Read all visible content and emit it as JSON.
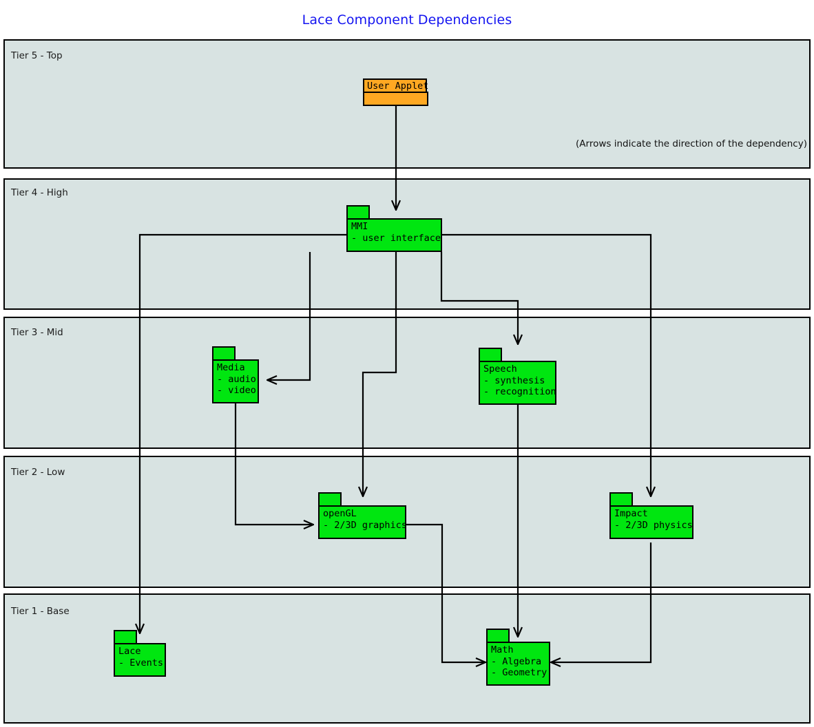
{
  "diagram": {
    "title": "Lace Component Dependencies",
    "note": "(Arrows indicate the direction of the dependency)",
    "title_color": "#1414f0",
    "tier_fill": "#d8e3e2",
    "package_color": "#00e610",
    "applet_color": "#ffa822"
  },
  "tiers": [
    {
      "label": "Tier 5 - Top"
    },
    {
      "label": "Tier 4 - High"
    },
    {
      "label": "Tier 3 - Mid"
    },
    {
      "label": "Tier 2 - Low"
    },
    {
      "label": "Tier 1 - Base"
    }
  ],
  "nodes": {
    "user_applet": {
      "name": "User Applet",
      "lines": ""
    },
    "mmi": {
      "name": "MMI",
      "lines": "MMI\n- user interface"
    },
    "media": {
      "name": "Media",
      "lines": "Media\n- audio\n- video"
    },
    "speech": {
      "name": "Speech",
      "lines": "Speech\n- synthesis\n- recognition"
    },
    "opengl": {
      "name": "openGL",
      "lines": "openGL\n- 2/3D graphics"
    },
    "impact": {
      "name": "Impact",
      "lines": "Impact\n- 2/3D physics"
    },
    "lace": {
      "name": "Lace",
      "lines": "Lace\n- Events"
    },
    "math": {
      "name": "Math",
      "lines": "Math\n- Algebra\n- Geometry"
    }
  },
  "edges": [
    {
      "from": "User Applet",
      "to": "MMI"
    },
    {
      "from": "MMI",
      "to": "Media"
    },
    {
      "from": "MMI",
      "to": "Speech"
    },
    {
      "from": "MMI",
      "to": "openGL"
    },
    {
      "from": "MMI",
      "to": "Impact"
    },
    {
      "from": "MMI",
      "to": "Lace"
    },
    {
      "from": "Media",
      "to": "openGL"
    },
    {
      "from": "Speech",
      "to": "Math"
    },
    {
      "from": "openGL",
      "to": "Math"
    },
    {
      "from": "Impact",
      "to": "Math"
    }
  ]
}
